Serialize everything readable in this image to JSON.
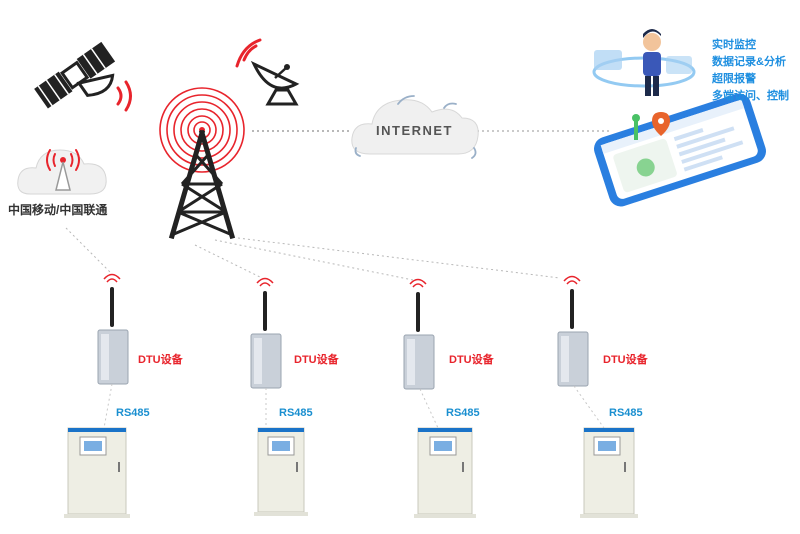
{
  "carrier": {
    "label": "中国移动/中国联通"
  },
  "internet": {
    "label": "INTERNET"
  },
  "features": [
    "实时监控",
    "数据记录&分析",
    "超限报警",
    "多端访问、控制"
  ],
  "nodes": [
    {
      "dtu_label": "DTU设备",
      "bus_label": "RS485"
    },
    {
      "dtu_label": "DTU设备",
      "bus_label": "RS485"
    },
    {
      "dtu_label": "DTU设备",
      "bus_label": "RS485"
    },
    {
      "dtu_label": "DTU设备",
      "bus_label": "RS485"
    }
  ],
  "colors": {
    "signal": "#e8242c",
    "accent_blue": "#1e8fe0",
    "cabinet": "#eeeee4",
    "cabinet_top": "#1a73c8",
    "dtu_body": "#c9d0d9"
  }
}
